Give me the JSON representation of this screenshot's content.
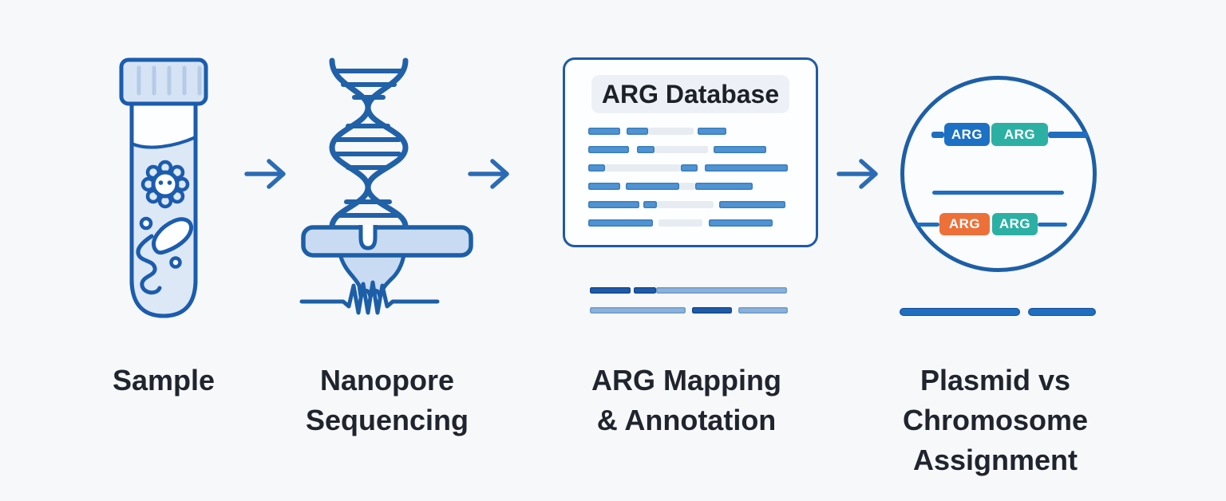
{
  "palette": {
    "background": "#f7f8f9",
    "outline_blue": "#1d5fa7",
    "arrow_blue": "#2b6cb4",
    "bar_blue": "#5093d2",
    "bar_light": "#e7ecf3",
    "read_dark_blue": "#1e5caa",
    "read_light_blue": "#8ab2dc",
    "line_blue": "#1f6ec0",
    "badge_blue": "#1d71c4",
    "badge_teal": "#2cb0a4",
    "badge_orange": "#ee7039",
    "label_text": "#20242e",
    "panel_title_bg": "#edf1f7"
  },
  "steps": [
    {
      "id": "sample",
      "icon": "test-tube-icon",
      "label_lines": [
        "Sample"
      ]
    },
    {
      "id": "nanopore-sequencing",
      "icon": "nanopore-icon",
      "label_lines": [
        "Nanopore",
        "Sequencing"
      ]
    },
    {
      "id": "arg-mapping-annotation",
      "icon": "arg-database-panel",
      "label_lines": [
        "ARG Mapping",
        "& Annotation"
      ]
    },
    {
      "id": "plasmid-vs-chromosome-assignment",
      "icon": "assignment-circle-icon",
      "label_lines": [
        "Plasmid vs",
        "Chromosome",
        "Assignment"
      ]
    }
  ],
  "arg_panel": {
    "title": "ARG Database",
    "rows": [
      [
        {
          "t": "blue",
          "w": 40
        },
        {
          "t": "gap",
          "w": 8
        },
        {
          "t": "blue",
          "w": 27
        },
        {
          "t": "light",
          "w": 57
        },
        {
          "t": "gap",
          "w": 5
        },
        {
          "t": "blue",
          "w": 36
        }
      ],
      [
        {
          "t": "blue",
          "w": 51
        },
        {
          "t": "gap",
          "w": 10
        },
        {
          "t": "blue",
          "w": 22
        },
        {
          "t": "light",
          "w": 67
        },
        {
          "t": "gap",
          "w": 7
        },
        {
          "t": "blue",
          "w": 66
        }
      ],
      [
        {
          "t": "blue",
          "w": 21
        },
        {
          "t": "light",
          "w": 95
        },
        {
          "t": "blue",
          "w": 21
        },
        {
          "t": "gap",
          "w": 9
        },
        {
          "t": "blue",
          "w": 104
        }
      ],
      [
        {
          "t": "blue",
          "w": 40
        },
        {
          "t": "gap",
          "w": 7
        },
        {
          "t": "blue",
          "w": 67
        },
        {
          "t": "light",
          "w": 20
        },
        {
          "t": "blue",
          "w": 72
        }
      ],
      [
        {
          "t": "blue",
          "w": 64
        },
        {
          "t": "gap",
          "w": 5
        },
        {
          "t": "blue",
          "w": 17
        },
        {
          "t": "light",
          "w": 71
        },
        {
          "t": "gap",
          "w": 7
        },
        {
          "t": "blue",
          "w": 83
        }
      ],
      [
        {
          "t": "blue",
          "w": 81
        },
        {
          "t": "gap",
          "w": 7
        },
        {
          "t": "light",
          "w": 55
        },
        {
          "t": "gap",
          "w": 8
        },
        {
          "t": "blue",
          "w": 80
        }
      ]
    ]
  },
  "mapped_reads": {
    "rows": [
      [
        {
          "t": "dark",
          "w": 51
        },
        {
          "t": "gap",
          "w": 4
        },
        {
          "t": "dark",
          "w": 28
        },
        {
          "t": "lightblue",
          "w": 164
        }
      ],
      [
        {
          "t": "lightblue",
          "w": 120
        },
        {
          "t": "gap",
          "w": 8
        },
        {
          "t": "dark",
          "w": 50
        },
        {
          "t": "gap",
          "w": 8
        },
        {
          "t": "lightblue",
          "w": 62
        }
      ]
    ]
  },
  "assignment": {
    "contigs": [
      {
        "name": "plasmid-contig-top",
        "line_h": 8,
        "segments": [
          {
            "t": "line",
            "w": 16
          },
          {
            "t": "badge",
            "c": "blue",
            "label": "ARG",
            "w": 57,
            "h": 29
          },
          {
            "t": "gap",
            "w": 2
          },
          {
            "t": "badge",
            "c": "teal",
            "label": "ARG",
            "w": 71,
            "h": 29
          },
          {
            "t": "line",
            "w": 50
          }
        ]
      },
      {
        "name": "chromosome-line",
        "line_h": 5,
        "segments": [
          {
            "t": "line",
            "w": 165
          }
        ]
      },
      {
        "name": "plasmid-contig-bottom",
        "line_h": 5,
        "segments": [
          {
            "t": "line",
            "w": 30
          },
          {
            "t": "badge",
            "c": "orange",
            "label": "ARG",
            "w": 63,
            "h": 28
          },
          {
            "t": "gap",
            "w": 3
          },
          {
            "t": "badge",
            "c": "teal",
            "label": "ARG",
            "w": 57,
            "h": 28
          },
          {
            "t": "line",
            "w": 37
          }
        ]
      }
    ],
    "fragments": [
      {
        "w": 151
      },
      {
        "w": 85
      }
    ]
  }
}
